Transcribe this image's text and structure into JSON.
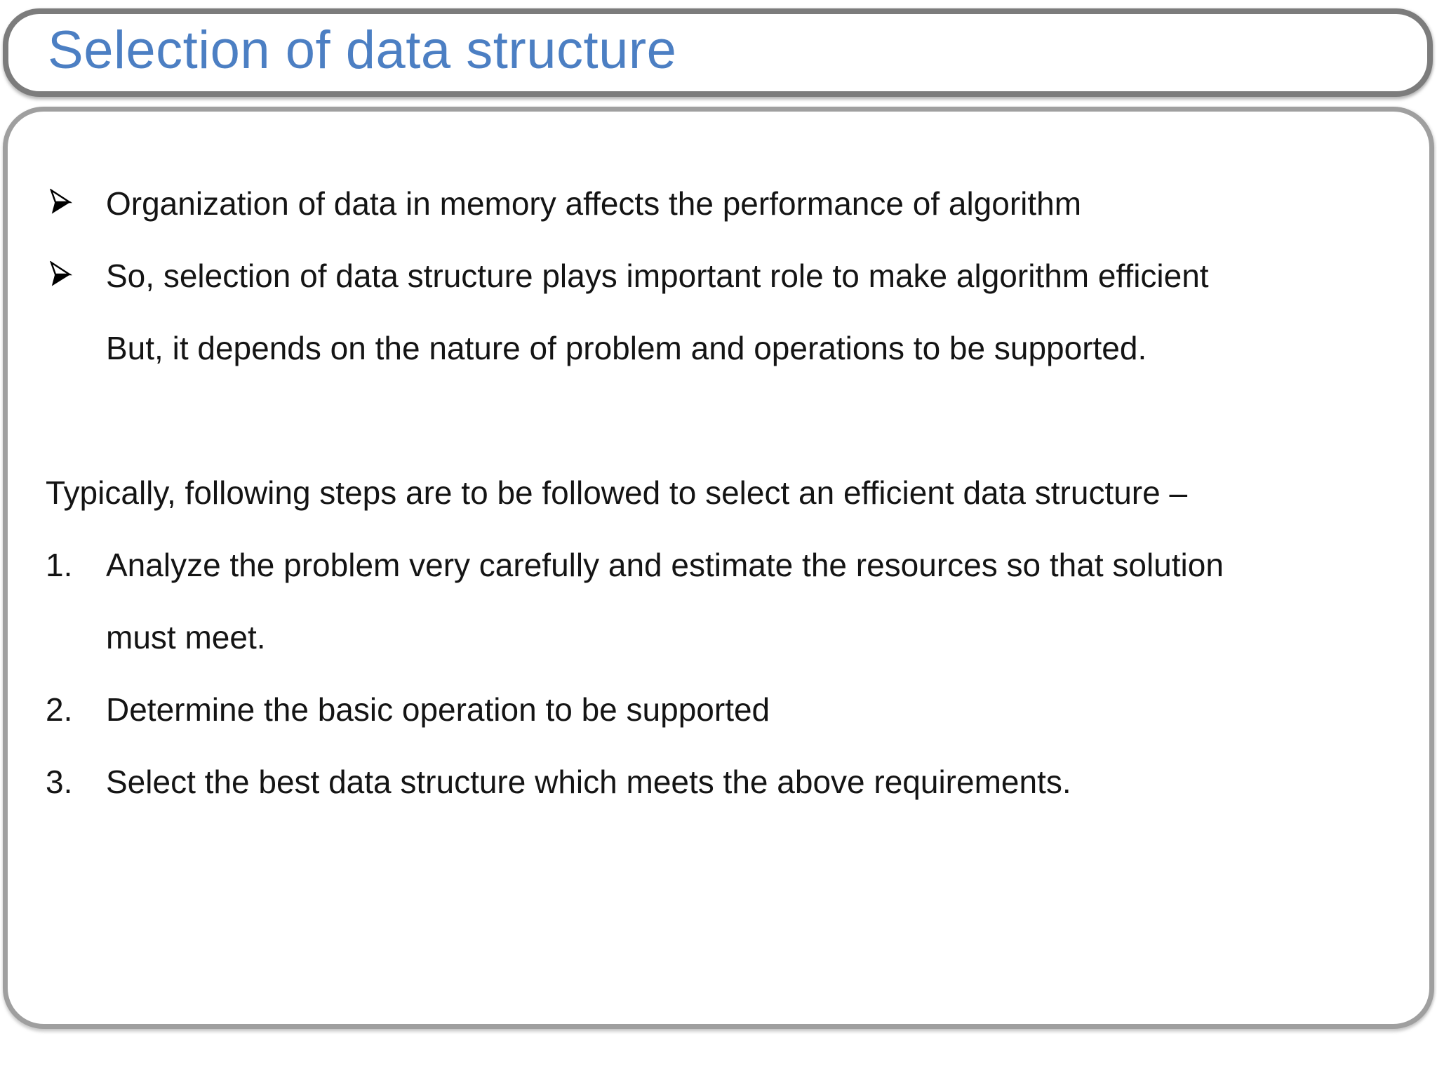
{
  "slide": {
    "title": "Selection of data structure",
    "bullets": [
      "Organization of data in memory affects the performance of algorithm",
      "So, selection of data structure plays important role to make algorithm efficient"
    ],
    "continuation": "But, it depends on the nature of problem and operations to be supported.",
    "intro": "Typically, following steps are to be followed to select an efficient data structure –",
    "steps": [
      {
        "number": "1.",
        "text": "Analyze the problem very carefully and estimate the resources so that solution\nmust meet."
      },
      {
        "number": "2.",
        "text": "Determine the basic operation to be supported"
      },
      {
        "number": "3.",
        "text": "Select the best data structure which meets the above requirements."
      }
    ],
    "icons": {
      "bullet": "arrowhead-bullet-icon"
    },
    "colors": {
      "title_text": "#4C7FC3",
      "title_border": "#7C7C7C",
      "content_border": "#9F9F9F",
      "body_text": "#141414"
    }
  }
}
